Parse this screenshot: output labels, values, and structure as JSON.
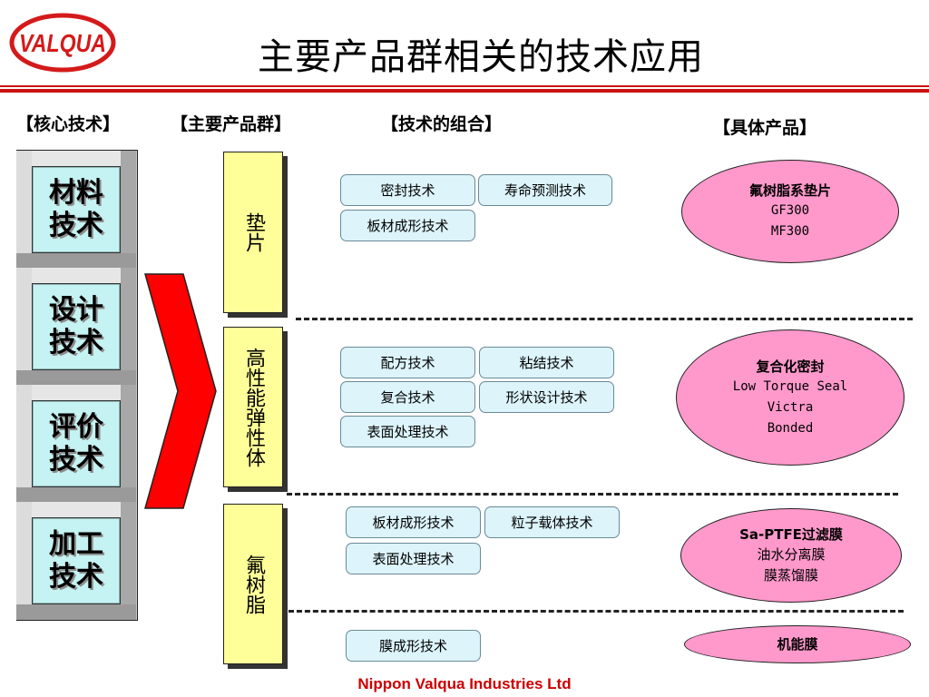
{
  "logo": {
    "text": "VALQUA"
  },
  "title": "主要产品群相关的技术应用",
  "headers": {
    "core": "【核心技术】",
    "products": "【主要产品群】",
    "combination": "【技术的组合】",
    "specific": "【具体产品】"
  },
  "core_techs": [
    "材料\n技术",
    "设计\n技术",
    "评价\n技术",
    "加工\n技术"
  ],
  "product_groups": [
    "垫片",
    "高性能弹性体",
    "氟树脂"
  ],
  "techniques": {
    "gasket": [
      "密封技术",
      "寿命预测技术",
      "板材成形技术"
    ],
    "elastomer": [
      "配方技术",
      "粘结技术",
      "复合技术",
      "形状设计技术",
      "表面处理技术"
    ],
    "fluoro": [
      "板材成形技术",
      "粒子载体技术",
      "表面处理技术"
    ],
    "membrane": [
      "膜成形技术"
    ]
  },
  "products": {
    "gasket": {
      "name": "氟树脂系垫片",
      "lines": [
        "GF300",
        "MF300"
      ]
    },
    "elastomer": {
      "name": "复合化密封",
      "lines": [
        "Low Torque Seal",
        "Victra",
        "Bonded"
      ]
    },
    "fluoro": {
      "name": "Sa-PTFE过滤膜",
      "lines": [
        "油水分离膜",
        "膜蒸馏膜"
      ]
    },
    "membrane": {
      "name": "机能膜"
    }
  },
  "colors": {
    "brand_red": "#cc1111",
    "core_fill": "#c5f2f2",
    "group_fill": "#ffff99",
    "technique_fill": "#dcf4fa",
    "product_fill": "#ff99cc",
    "arrow": "#ff0000"
  },
  "footer": "Nippon Valqua Industries Ltd"
}
